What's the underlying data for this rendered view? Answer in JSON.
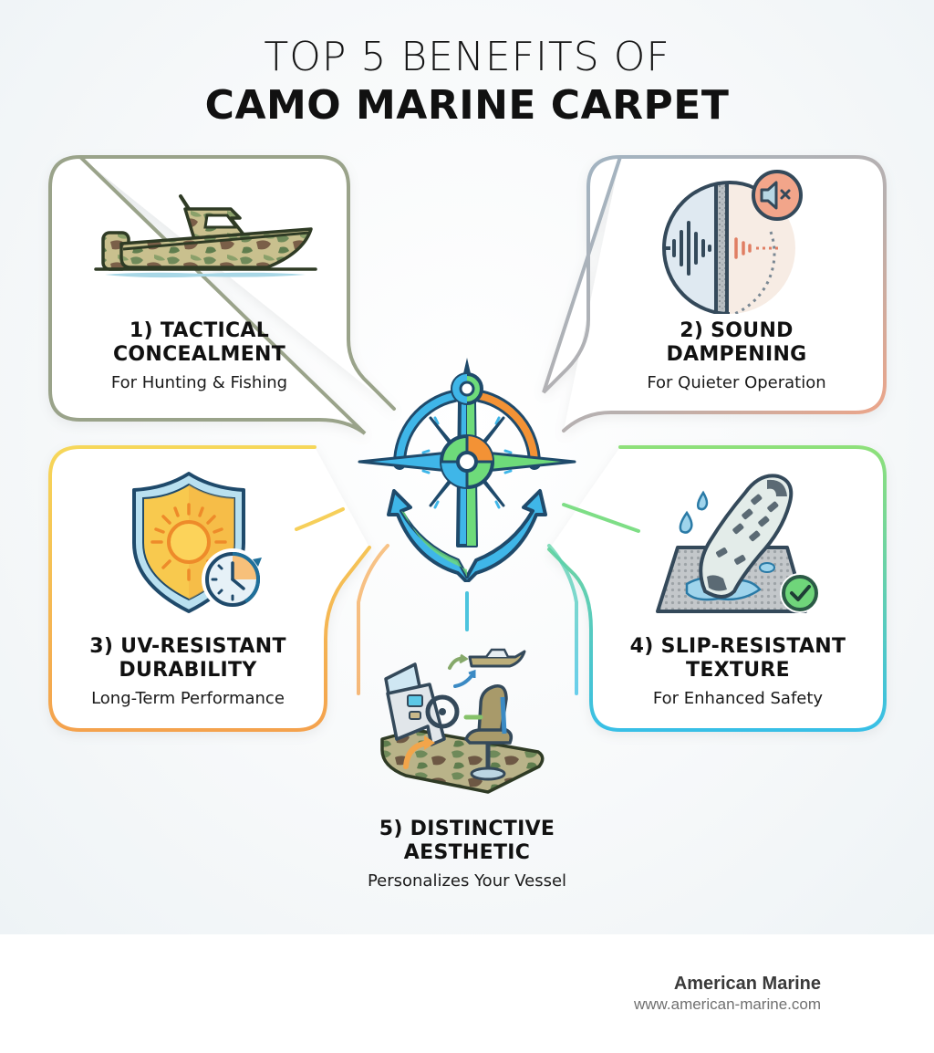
{
  "title": {
    "line1": "TOP 5 BENEFITS OF",
    "line2": "CAMO MARINE CARPET"
  },
  "center_icon": "anchor-compass-icon",
  "benefits": [
    {
      "number": "1)",
      "title_line1": "1) TACTICAL",
      "title_line2": "CONCEALMENT",
      "subtitle": "For Hunting & Fishing",
      "icon": "camo-boat-icon",
      "border_color": "#9aa38a"
    },
    {
      "number": "2)",
      "title_line1": "2) SOUND",
      "title_line2": "DAMPENING",
      "subtitle": "For Quieter Operation",
      "icon": "sound-dampening-icon",
      "border_color_start": "#9fb4c4",
      "border_color_end": "#f0a486"
    },
    {
      "number": "3)",
      "title_line1": "3) UV-RESISTANT",
      "title_line2": "DURABILITY",
      "subtitle": "Long-Term Performance",
      "icon": "sun-shield-clock-icon",
      "border_color_start": "#f6d75a",
      "border_color_end": "#f4a24e"
    },
    {
      "number": "4)",
      "title_line1": "4) SLIP-RESISTANT",
      "title_line2": "TEXTURE",
      "subtitle": "For Enhanced Safety",
      "icon": "boot-tread-icon",
      "border_color_start": "#8ee07a",
      "border_color_end": "#38bfe6"
    },
    {
      "number": "5)",
      "title_line1": "5) DISTINCTIVE",
      "title_line2": "AESTHETIC",
      "subtitle": "Personalizes Your Vessel",
      "icon": "boat-helm-seat-icon"
    }
  ],
  "footer": {
    "brand": "American Marine",
    "url": "www.american-marine.com"
  },
  "colors": {
    "olive": "#9aa38a",
    "steel_blue": "#9fb4c4",
    "salmon": "#f0a486",
    "yellow": "#f6d75a",
    "orange": "#f4a24e",
    "green": "#8ee07a",
    "cyan": "#38bfe6",
    "navy_outline": "#1f4a6b"
  }
}
